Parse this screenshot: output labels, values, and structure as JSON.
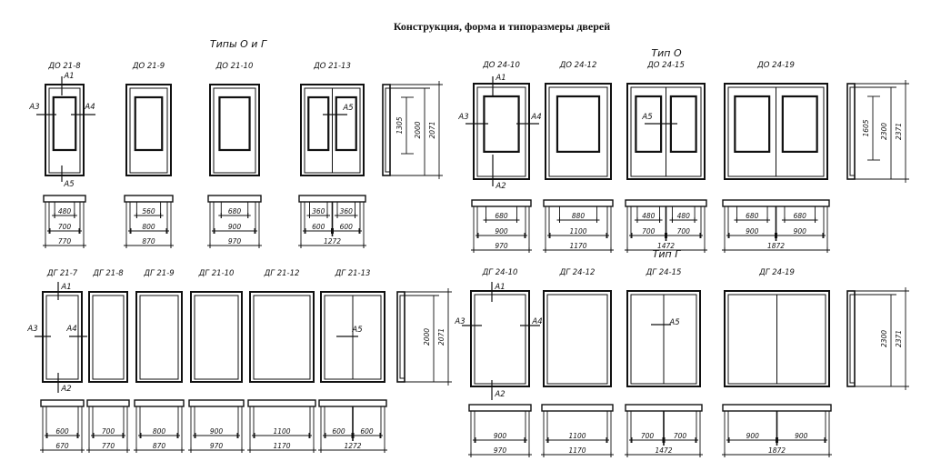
{
  "title": "Конструкция, форма и типоразмеры дверей",
  "groups": {
    "top_left": "Типы О и Г",
    "top_right": "Тип О",
    "bottom_right": "Тип Г"
  },
  "section_marks": [
    "А1",
    "А2",
    "А3",
    "А4",
    "А5"
  ],
  "doors": {
    "top_left": [
      {
        "label": "ДО 21-8",
        "glass": [
          480
        ],
        "leaf": [
          700
        ],
        "total": "770"
      },
      {
        "label": "ДО 21-9",
        "glass": [
          560
        ],
        "leaf": [
          800
        ],
        "total": "870"
      },
      {
        "label": "ДО 21-10",
        "glass": [
          680
        ],
        "leaf": [
          900
        ],
        "total": "970"
      },
      {
        "label": "ДО 21-13",
        "glass": [
          360,
          360
        ],
        "leaf": [
          600,
          600
        ],
        "total": "1272"
      }
    ],
    "top_left_side": [
      "1305",
      "2000",
      "2071"
    ],
    "top_right": [
      {
        "label": "ДО 24-10",
        "glass": [
          680
        ],
        "leaf": [
          900
        ],
        "total": "970"
      },
      {
        "label": "ДО 24-12",
        "glass": [
          880
        ],
        "leaf": [
          1100
        ],
        "total": "1170"
      },
      {
        "label": "ДО 24-15",
        "glass": [
          480,
          480
        ],
        "leaf": [
          700,
          700
        ],
        "total": "1472"
      },
      {
        "label": "ДО 24-19",
        "glass": [
          680,
          680
        ],
        "leaf": [
          900,
          900
        ],
        "total": "1872"
      }
    ],
    "top_right_side": [
      "1605",
      "2300",
      "2371"
    ],
    "bottom_left": [
      {
        "label": "ДГ 21-7",
        "leaf": [
          600
        ],
        "total": "670"
      },
      {
        "label": "ДГ 21-8",
        "leaf": [
          700
        ],
        "total": "770"
      },
      {
        "label": "ДГ 21-9",
        "leaf": [
          800
        ],
        "total": "870"
      },
      {
        "label": "ДГ 21-10",
        "leaf": [
          900
        ],
        "total": "970"
      },
      {
        "label": "ДГ 21-12",
        "leaf": [
          1100
        ],
        "total": "1170"
      },
      {
        "label": "ДГ 21-13",
        "leaf": [
          600,
          600
        ],
        "total": "1272"
      }
    ],
    "bottom_left_side": [
      "2000",
      "2071"
    ],
    "bottom_right": [
      {
        "label": "ДГ 24-10",
        "leaf": [
          900
        ],
        "total": "970"
      },
      {
        "label": "ДГ 24-12",
        "leaf": [
          1100
        ],
        "total": "1170"
      },
      {
        "label": "ДГ 24-15",
        "leaf": [
          700,
          700
        ],
        "total": "1472"
      },
      {
        "label": "ДГ 24-19",
        "leaf": [
          900,
          900
        ],
        "total": "1872"
      }
    ],
    "bottom_right_side": [
      "2300",
      "2371"
    ]
  }
}
